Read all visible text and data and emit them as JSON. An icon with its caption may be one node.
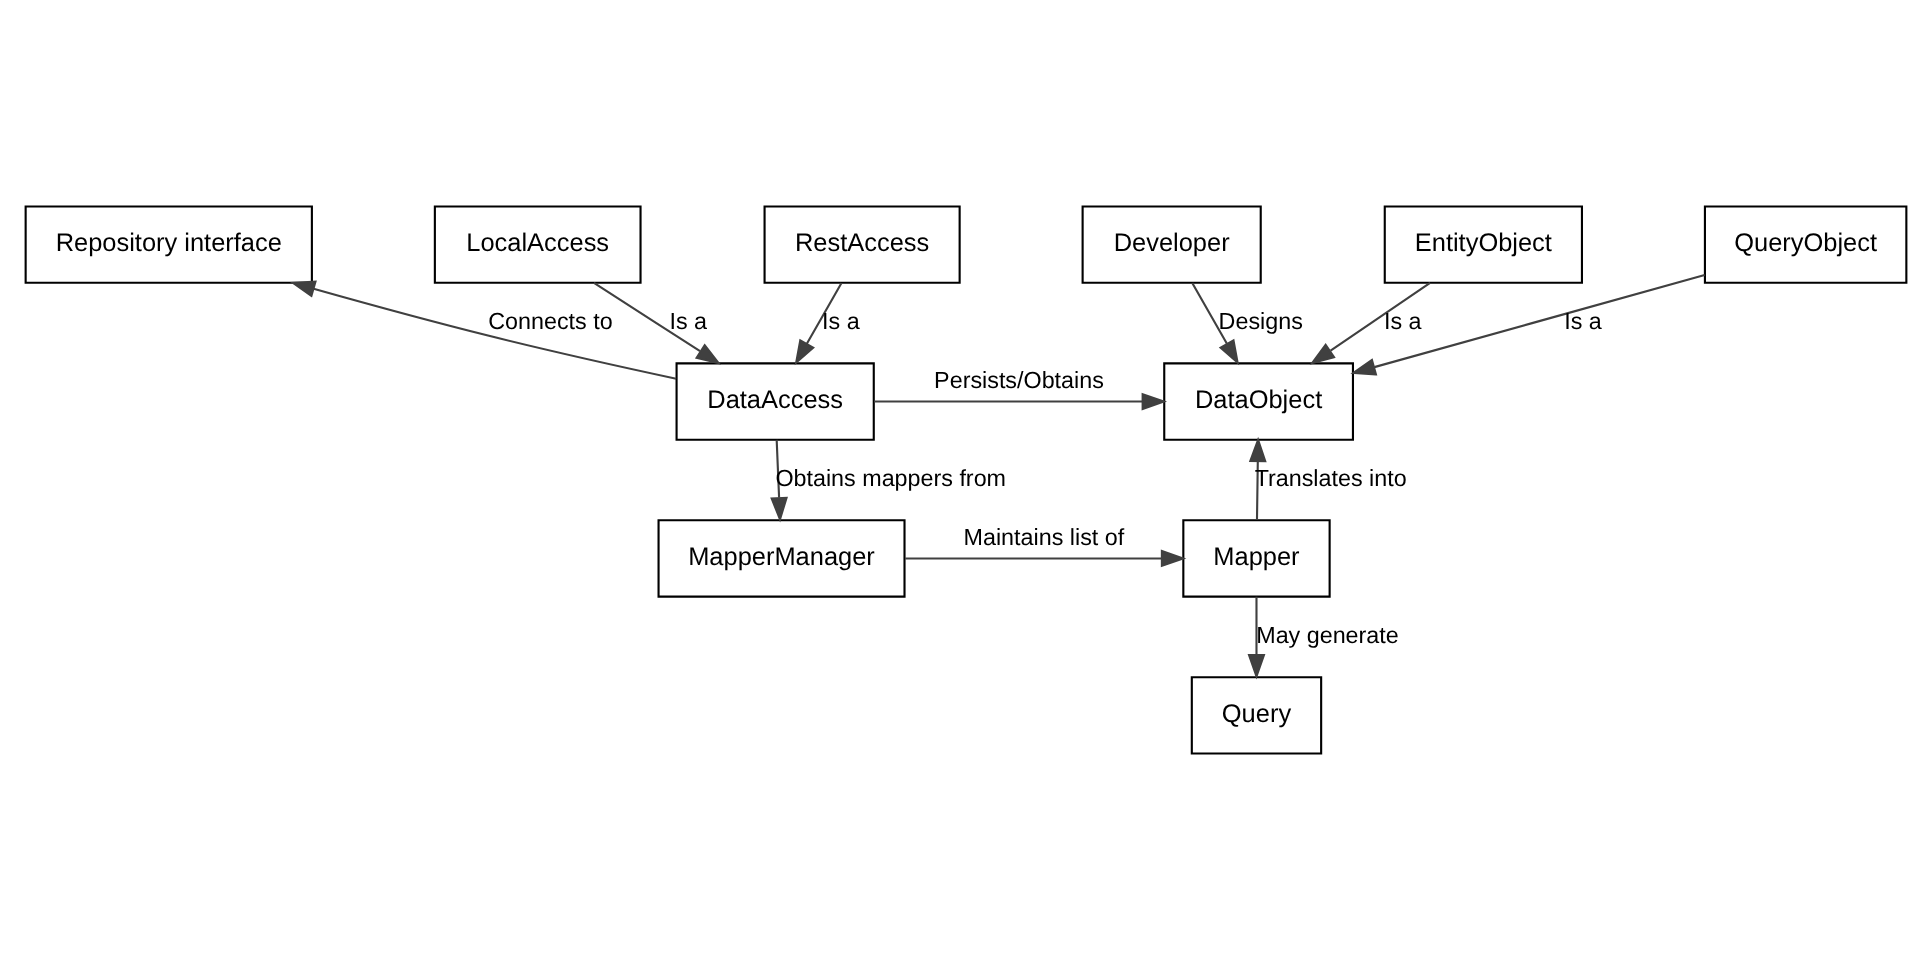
{
  "diagram": {
    "nodes": [
      {
        "text": [
          "Repository interface"
        ]
      },
      {
        "text": [
          "Developer"
        ]
      },
      {
        "text": [
          "LocalAccess"
        ]
      },
      {
        "text": [
          "DataAccess"
        ]
      },
      {
        "text": [
          "DataObject"
        ]
      },
      {
        "text": [
          "EntityObject"
        ]
      },
      {
        "text": [
          "RestAccess"
        ]
      },
      {
        "text": [
          "QueryObject"
        ]
      },
      {
        "text": [
          "MapperManager"
        ]
      },
      {
        "text": [
          "Mapper"
        ]
      },
      {
        "text": [
          "Query"
        ]
      }
    ],
    "edges": [
      {
        "from": 3,
        "to": 0,
        "arrow": "to",
        "label": "Connects to"
      },
      {
        "from": 2,
        "to": 3,
        "arrow": "to",
        "label": "Is a"
      },
      {
        "from": 6,
        "to": 3,
        "arrow": "to",
        "label": "Is a"
      },
      {
        "from": 3,
        "to": 4,
        "arrow": "to",
        "label": "Persists/Obtains"
      },
      {
        "from": 1,
        "to": 4,
        "arrow": "to",
        "label": "Designs"
      },
      {
        "from": 5,
        "to": 4,
        "arrow": "to",
        "label": "Is a"
      },
      {
        "from": 7,
        "to": 4,
        "arrow": "to",
        "label": "Is a"
      },
      {
        "from": 3,
        "to": 8,
        "arrow": "to",
        "label": "Obtains mappers from"
      },
      {
        "from": 8,
        "to": 9,
        "arrow": "to",
        "label": "Maintains list of"
      },
      {
        "from": 9,
        "to": 4,
        "arrow": "to",
        "label": "Translates into"
      },
      {
        "from": 9,
        "to": 10,
        "arrow": "to",
        "label": "May generate"
      }
    ]
  }
}
